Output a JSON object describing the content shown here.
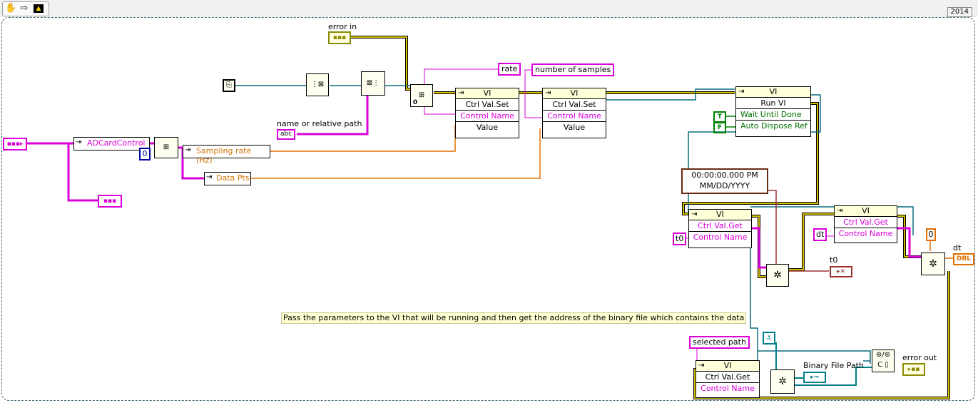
{
  "version": "2014",
  "toolbar": {
    "hand_icon": "hand-icon",
    "arrow_icon": "arrow-right-icon",
    "vi_icon": "labview-icon"
  },
  "labels": {
    "error_in": "error in",
    "rate": "rate",
    "number_of_samples": "number of samples",
    "name_or_relative_path": "name or relative path",
    "abc": "abc",
    "adcard": "ADCardControl",
    "zero_index": "0",
    "sampling_rate": "Sampling rate (Hz)",
    "data_pts": "Data Pts",
    "zero_small": "0",
    "vi": "VI",
    "ctrl_val_set": "Ctrl Val.Set",
    "control_name": "Control Name",
    "value": "Value",
    "run_vi": "Run VI",
    "wait_until_done": "Wait Until Done",
    "auto_dispose_ref": "Auto Dispose Ref",
    "t_const": "T",
    "f_const": "F",
    "timestamp_line1": "00:00:00.000 PM",
    "timestamp_line2": "MM/DD/YYYY",
    "ctrl_val_get": "Ctrl Val.Get",
    "t0": "t0",
    "t0_out": "t0",
    "dt": "dt",
    "dt_out": "dt",
    "zero_const": "0",
    "dbl": "DBL",
    "note": "Pass the parameters to the VI that will be running and then get the address of the binary file which contains the data",
    "selected_path": "selected path",
    "binary_file_path": "Binary File Path",
    "error_out": "error out"
  },
  "colors": {
    "cluster_wire": "#d900d9",
    "error_wire": "#c8b400",
    "ref_wire": "#007080",
    "numeric_wire": "#e07000",
    "timestamp_wire": "#9b3030",
    "path_wire": "#00808a",
    "bool_wire": "#008000"
  }
}
